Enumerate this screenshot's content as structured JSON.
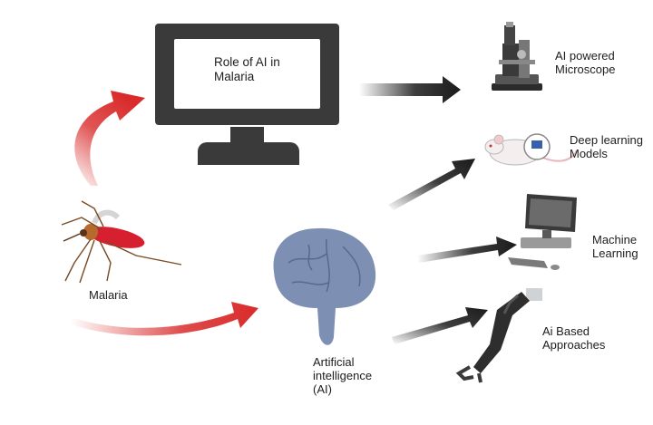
{
  "monitor": {
    "label": "Role of AI in\nMalaria"
  },
  "outputs": {
    "microscope": "AI powered\nMicroscope",
    "deep_learning": "Deep learning\nModels",
    "machine_learning": "Machine\nLearning",
    "ai_approaches": "Ai Based\nApproaches"
  },
  "inputs": {
    "malaria": "Malaria",
    "brain": "Artificial\nintelligence\n(AI)"
  },
  "icons": [
    "monitor-icon",
    "microscope-icon",
    "mouse-icon",
    "computer-icon",
    "robotic-arm-icon",
    "mosquito-icon",
    "brain-icon"
  ],
  "colors": {
    "monitor": "#3a3a3a",
    "red_arrow": "#d92b2b",
    "black_arrow": "#1b1b1b",
    "brain": "#7d90b4"
  }
}
